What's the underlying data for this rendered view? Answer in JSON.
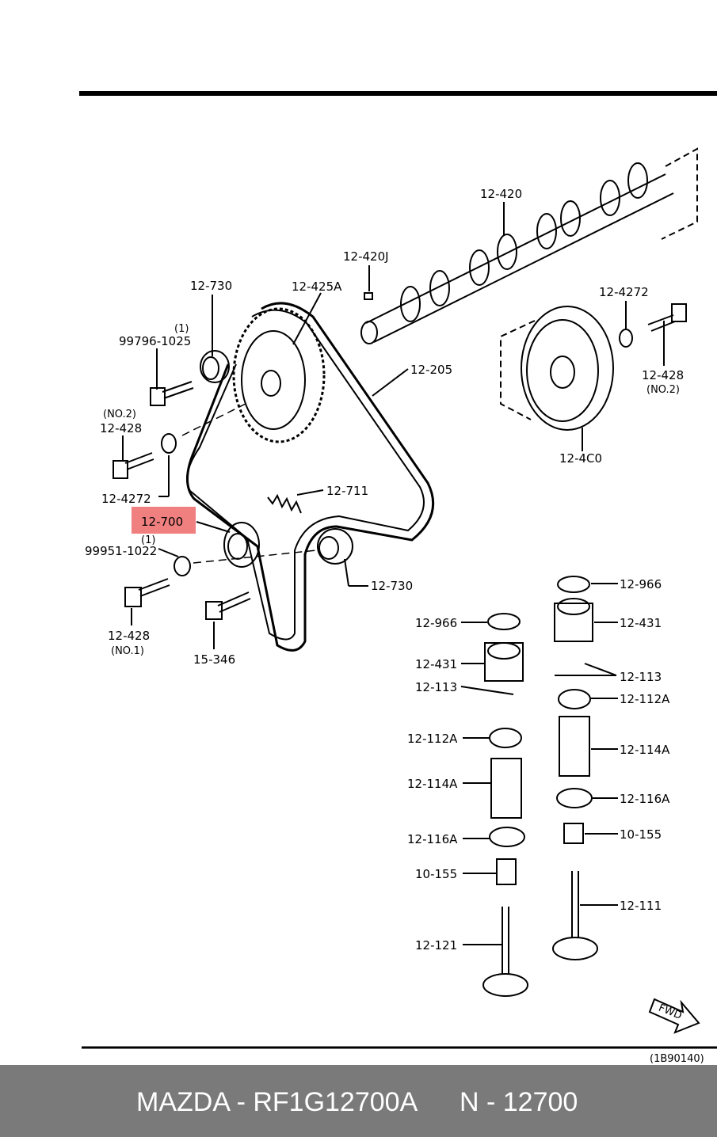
{
  "diagram": {
    "labels": [
      {
        "id": "l1",
        "text": "12-420"
      },
      {
        "id": "l2",
        "text": "12-420J"
      },
      {
        "id": "l3",
        "text": "12-730"
      },
      {
        "id": "l4",
        "text": "12-425A"
      },
      {
        "id": "l5",
        "text": "(1)"
      },
      {
        "id": "l6",
        "text": "99796-1025"
      },
      {
        "id": "l7",
        "text": "12-205"
      },
      {
        "id": "l8",
        "text": "12-4272"
      },
      {
        "id": "l9",
        "text": "12-428"
      },
      {
        "id": "l10",
        "text": "(NO.2)"
      },
      {
        "id": "l11",
        "text": "(NO.2)"
      },
      {
        "id": "l12",
        "text": "12-428"
      },
      {
        "id": "l13",
        "text": "12-4C0"
      },
      {
        "id": "l14",
        "text": "12-4272"
      },
      {
        "id": "l15",
        "text": "12-711"
      },
      {
        "id": "l16",
        "text": "12-700"
      },
      {
        "id": "l17",
        "text": "(1)"
      },
      {
        "id": "l18",
        "text": "99951-1022"
      },
      {
        "id": "l19",
        "text": "12-730"
      },
      {
        "id": "l20",
        "text": "12-428"
      },
      {
        "id": "l21",
        "text": "(NO.1)"
      },
      {
        "id": "l22",
        "text": "15-346"
      },
      {
        "id": "l23",
        "text": "12-966"
      },
      {
        "id": "l24",
        "text": "12-966"
      },
      {
        "id": "l25",
        "text": "12-431"
      },
      {
        "id": "l26",
        "text": "12-431"
      },
      {
        "id": "l27",
        "text": "12-113"
      },
      {
        "id": "l28",
        "text": "12-113"
      },
      {
        "id": "l29",
        "text": "12-112A"
      },
      {
        "id": "l30",
        "text": "12-112A"
      },
      {
        "id": "l31",
        "text": "12-114A"
      },
      {
        "id": "l32",
        "text": "12-114A"
      },
      {
        "id": "l33",
        "text": "12-116A"
      },
      {
        "id": "l34",
        "text": "12-116A"
      },
      {
        "id": "l35",
        "text": "10-155"
      },
      {
        "id": "l36",
        "text": "10-155"
      },
      {
        "id": "l37",
        "text": "12-111"
      },
      {
        "id": "l38",
        "text": "12-121"
      },
      {
        "id": "l39",
        "text": "FWD"
      },
      {
        "id": "l40",
        "text": "(1B90140)"
      }
    ],
    "highlight_color": "#f08080"
  },
  "footer": {
    "brand_part": "MAZDA - RF1G12700A",
    "ref": "N - 12700",
    "background": "#7a7a7a"
  }
}
